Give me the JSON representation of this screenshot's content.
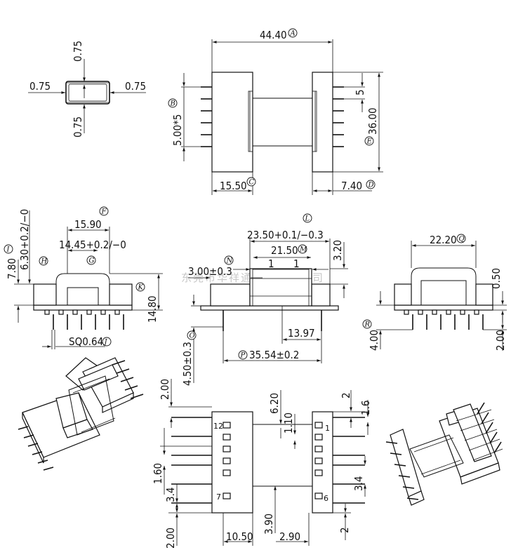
{
  "watermark": "东莞市华祥通电子有限公司",
  "wire_section": {
    "top": "0.75",
    "left": "0.75",
    "right": "0.75",
    "bottom": "0.75"
  },
  "top_view": {
    "width": "44.40",
    "width_tag": "A",
    "pitch": "5.00*5",
    "pitch_tag": "B",
    "pitch_single": "5",
    "height": "36.00",
    "height_tag": "E",
    "core_offset": "15.50",
    "core_offset_tag": "C",
    "flange": "7.40",
    "flange_tag": "D"
  },
  "left_view": {
    "f_width": "15.90",
    "f_tag": "F",
    "g_width": "14.45+0.2/−0",
    "g_tag": "G",
    "i_height": "7.80",
    "i_tag": "I",
    "h_height": "6.30+0.2/−0",
    "h_tag": "H",
    "k_height": "14.80",
    "k_tag": "K",
    "pin_square": "SQ0.64",
    "pin_tag": "J"
  },
  "front_view": {
    "l_width": "23.50+0.1/−0.3",
    "l_tag": "L",
    "m_width": "21.50",
    "m_tag": "M",
    "slot_left": "1",
    "slot_right": "1",
    "top_gap": "3.20",
    "n_dim": "3.00±0.3",
    "n_tag": "N",
    "o_dim": "4.50±0.3",
    "o_tag": "O",
    "inner_span": "13.97",
    "p_span": "35.54±0.2",
    "p_tag": "P"
  },
  "right_view": {
    "q_width": "22.20",
    "q_tag": "Q",
    "r_height": "4.00",
    "r_tag": "R",
    "gap": "0.50",
    "pin_len": "2.00"
  },
  "bottom_view": {
    "d_top": "2.00",
    "d_620": "6.20",
    "d_2": "2",
    "d_16": "1.6",
    "d_110": "1.10",
    "d_160": "1.60",
    "d_34_left": "3.4",
    "d_34_right": "3.4",
    "d_bottom": "2.00",
    "d_1050": "10.50",
    "d_390": "3.90",
    "d_290": "2.90",
    "d_2_bottom": "2",
    "pin_12": "12",
    "pin_1": "1",
    "pin_7": "7",
    "pin_6": "6"
  }
}
